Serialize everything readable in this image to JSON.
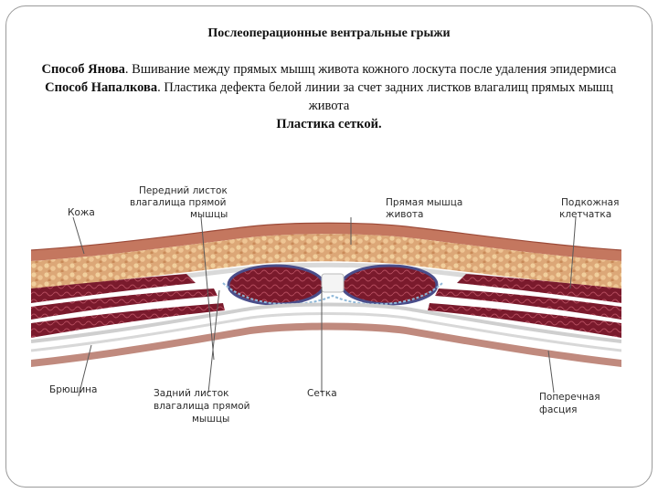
{
  "slide": {
    "title": "Послеоперационные вентральные грыжи",
    "method1_name": "Способ Янова",
    "method1_text": ". Вшивание между прямых мышц живота кожного лоскута после удаления эпидермиса",
    "method2_name": "Способ Напалкова",
    "method2_text": ". Пластика дефекта белой линии за счет задних листков влагалищ прямых мышц живота",
    "method3_name": "Пластика сеткой."
  },
  "diagram": {
    "labels": {
      "skin": "Кожа",
      "anterior_line1": "Передний листок",
      "anterior_line2": "влагалища прямой",
      "anterior_line3": "мышцы",
      "rectus_line1": "Прямая мышца",
      "rectus_line2": "живота",
      "subcut_line1": "Подкожная",
      "subcut_line2": "клетчатка",
      "peritoneum": "Брюшина",
      "posterior_line1": "Задний листок",
      "posterior_line2": "влагалища прямой",
      "posterior_line3": "мышцы",
      "mesh": "Сетка",
      "transverse_line1": "Поперечная",
      "transverse_line2": "фасция"
    }
  }
}
